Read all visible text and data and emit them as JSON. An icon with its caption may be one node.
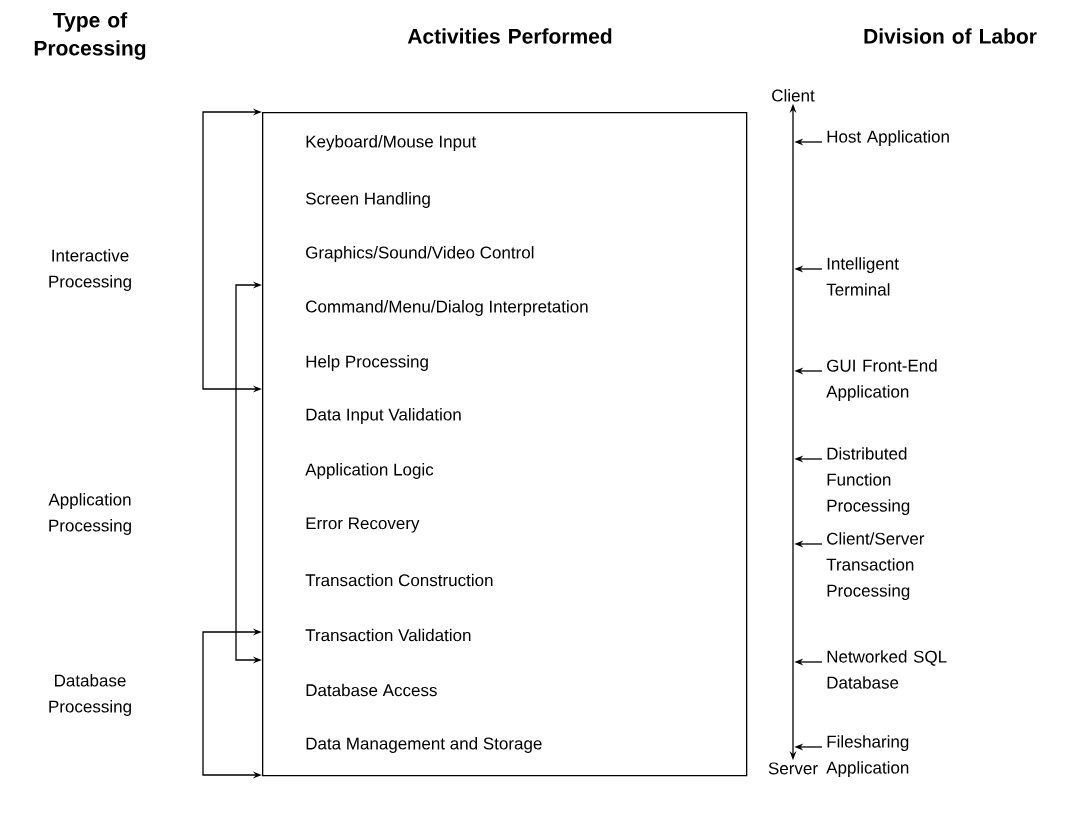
{
  "diagram": {
    "nodes": [
      {
        "text": [
          "Keyboard/Mouse Input",
          "Screen Handling",
          "Graphics/Sound/Video Control",
          "Command/Menu/Dialog Interpretation",
          "Help Processing",
          "Data Input Validation",
          "Application Logic",
          "Error Recovery",
          "Transaction Construction",
          "Transaction Validation",
          "Database Access",
          "Data Management and Storage"
        ]
      },
      {
        "text": [
          "Client",
          "Server"
        ]
      },
      {
        "text": [
          "Host Application"
        ]
      },
      {
        "text": [
          "Intelligent Terminal"
        ]
      },
      {
        "text": [
          "GUI Front-End Application"
        ]
      },
      {
        "text": [
          "Distributed Function Processing"
        ]
      },
      {
        "text": [
          "Client/Server Transaction Processing"
        ]
      },
      {
        "text": [
          "Networked SQL Database"
        ]
      },
      {
        "text": [
          "Filesharing Application"
        ]
      }
    ],
    "edges": [
      {
        "from": 2,
        "to": 1,
        "arrow": "to"
      },
      {
        "from": 3,
        "to": 1,
        "arrow": "to"
      },
      {
        "from": 4,
        "to": 1,
        "arrow": "to"
      },
      {
        "from": 5,
        "to": 1,
        "arrow": "to"
      },
      {
        "from": 6,
        "to": 1,
        "arrow": "to"
      },
      {
        "from": 7,
        "to": 1,
        "arrow": "to"
      },
      {
        "from": 8,
        "to": 1,
        "arrow": "to"
      }
    ],
    "labels": [
      "Type of Processing",
      "Activities Performed",
      "Division of Labor",
      "Interactive Processing",
      "Application Processing",
      "Database Processing"
    ]
  }
}
